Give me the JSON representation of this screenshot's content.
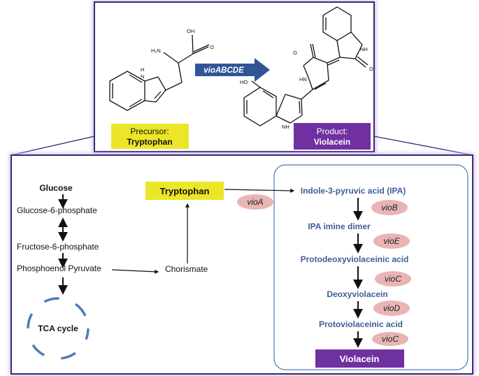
{
  "top": {
    "arrow_label": "vioABCDE",
    "precursor_label": "Precursor:",
    "precursor_name": "Tryptophan",
    "product_label": "Product:",
    "product_name": "Violacein",
    "precursor_atoms": {
      "hydroxyl": "OH",
      "oxygen": "O",
      "amine": "H₂N",
      "ring_nh": "H",
      "ring_n": "N"
    },
    "product_atoms": {
      "ho": "HO",
      "o1": "O",
      "o2": "O",
      "nh1": "NH",
      "hn": "HN",
      "nh2": "NH"
    }
  },
  "left_pathway": {
    "glucose": "Glucose",
    "g6p": "Glucose-6-phosphate",
    "f6p": "Fructose-6-phosphate",
    "pep": "Phosphoenol Pyruvate",
    "tca": "TCA cycle",
    "chorismate": "Chorismate",
    "tryptophan": "Tryptophan"
  },
  "right_pathway": {
    "ipa": "Indole-3-pyruvic acid (IPA)",
    "ipa_dimer": "IPA imine dimer",
    "protodeoxy": "Protodeoxyviolaceinic acid",
    "deoxy": "Deoxyviolacein",
    "protoviol": "Protoviolaceinic acid",
    "violacein": "Violacein"
  },
  "enzymes": {
    "vioA": "vioA",
    "vioB": "vioB",
    "vioE": "vioE",
    "vioC1": "vioC",
    "vioD": "vioD",
    "vioC2": "vioC"
  },
  "colors": {
    "frame": "#3b2a6e",
    "blue_text": "#3e5f98",
    "yellow": "#ece628",
    "purple": "#7030a0",
    "enzyme_pink": "#e8b4b4",
    "arrow_blue": "#2f5597",
    "cycle_blue": "#4f7cb8"
  }
}
